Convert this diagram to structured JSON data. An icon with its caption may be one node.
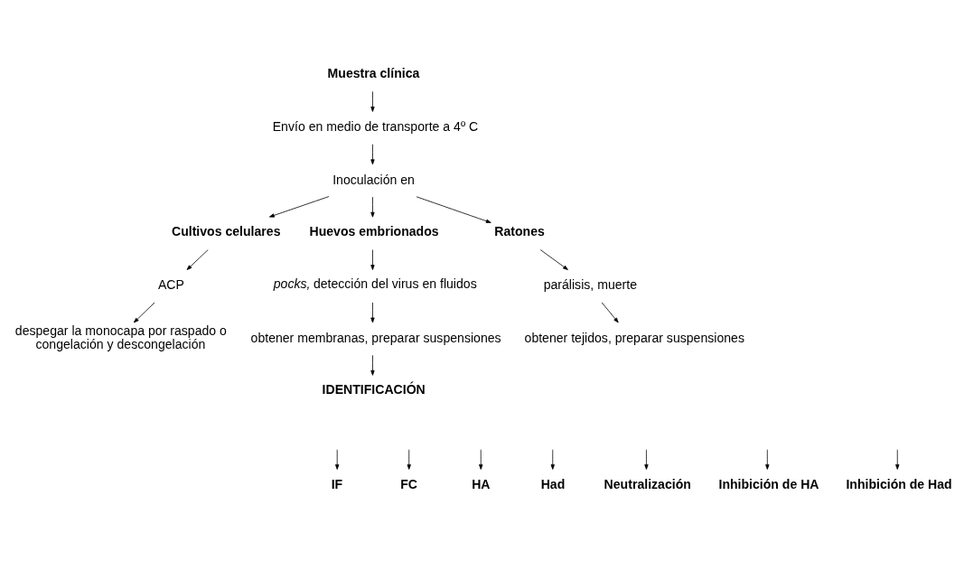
{
  "diagram": {
    "nodes": [
      {
        "text": [
          "Muestra clínica"
        ]
      },
      {
        "text": [
          "Envío en medio de transporte a 4º C"
        ]
      },
      {
        "text": [
          "Inoculación en"
        ]
      },
      {
        "text": [
          "Cultivos celulares"
        ]
      },
      {
        "text": [
          "Huevos embrionados"
        ]
      },
      {
        "text": [
          "Ratones"
        ]
      },
      {
        "text": [
          "ACP"
        ]
      },
      {
        "text": [
          "*pocks,* detección del virus en fluidos"
        ]
      },
      {
        "text": [
          "parálisis, muerte"
        ]
      },
      {
        "text": [
          "despegar la monocapa por raspado o congelación y descongelación"
        ]
      },
      {
        "text": [
          "obtener membranas, preparar suspensiones"
        ]
      },
      {
        "text": [
          "obtener tejidos, preparar suspensiones"
        ]
      },
      {
        "text": [
          "IDENTIFICACIÓN"
        ]
      },
      {
        "text": [
          "IF"
        ]
      },
      {
        "text": [
          "FC"
        ]
      },
      {
        "text": [
          "HA"
        ]
      },
      {
        "text": [
          "Had"
        ]
      },
      {
        "text": [
          "Neutralización"
        ]
      },
      {
        "text": [
          "Inhibición de HA"
        ]
      },
      {
        "text": [
          "Inhibición de Had"
        ]
      }
    ],
    "edges": [
      {
        "from": 0,
        "to": 1,
        "arrow": "to"
      },
      {
        "from": 1,
        "to": 2,
        "arrow": "to"
      },
      {
        "from": 2,
        "to": 3,
        "arrow": "to"
      },
      {
        "from": 2,
        "to": 4,
        "arrow": "to"
      },
      {
        "from": 2,
        "to": 5,
        "arrow": "to"
      },
      {
        "from": 3,
        "to": 6,
        "arrow": "to"
      },
      {
        "from": 4,
        "to": 7,
        "arrow": "to"
      },
      {
        "from": 5,
        "to": 8,
        "arrow": "to"
      },
      {
        "from": 6,
        "to": 9,
        "arrow": "to"
      },
      {
        "from": 7,
        "to": 10,
        "arrow": "to"
      },
      {
        "from": 8,
        "to": 11,
        "arrow": "to"
      },
      {
        "from": 10,
        "to": 12,
        "arrow": "to"
      },
      {
        "from": null,
        "to": 13,
        "arrow": "to"
      },
      {
        "from": null,
        "to": 14,
        "arrow": "to"
      },
      {
        "from": null,
        "to": 15,
        "arrow": "to"
      },
      {
        "from": null,
        "to": 16,
        "arrow": "to"
      },
      {
        "from": null,
        "to": 17,
        "arrow": "to"
      },
      {
        "from": null,
        "to": 18,
        "arrow": "to"
      },
      {
        "from": null,
        "to": 19,
        "arrow": "to"
      }
    ]
  }
}
